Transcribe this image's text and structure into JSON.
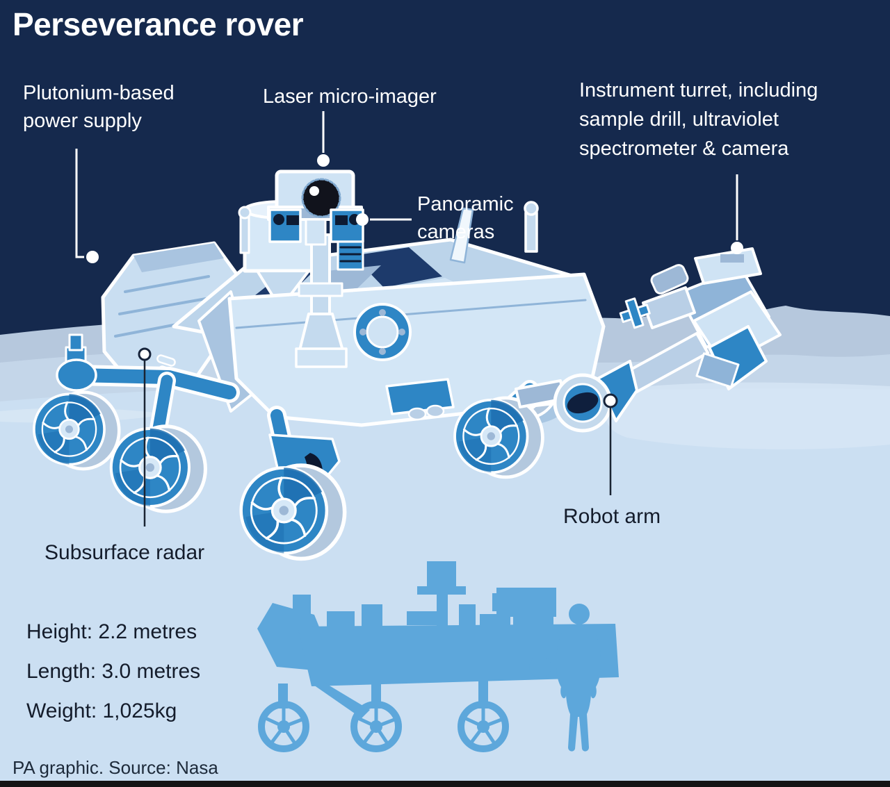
{
  "title": "Perseverance rover",
  "callouts": {
    "plutonium": "Plutonium-based\npower supply",
    "laser": "Laser micro-imager",
    "panoramic": "Panoramic\ncameras",
    "turret": "Instrument turret, including\nsample drill, ultraviolet\nspectrometer & camera",
    "subsurface": "Subsurface radar",
    "robot_arm": "Robot arm"
  },
  "stats": {
    "height": "Height: 2.2 metres",
    "length": "Length: 3.0 metres",
    "weight": "Weight: 1,025kg"
  },
  "footer": "PA graphic. Source: Nasa",
  "colors": {
    "sky": "#15294d",
    "ground": "#cbdff2",
    "hill_far": "#b6c8dd",
    "hill_mid": "#c4d6e9",
    "label_light": "#ffffff",
    "label_dark": "#141c2b",
    "silhouette": "#5da7db",
    "rover_medium": "#2e86c5",
    "bottom_bar": "#141414"
  }
}
